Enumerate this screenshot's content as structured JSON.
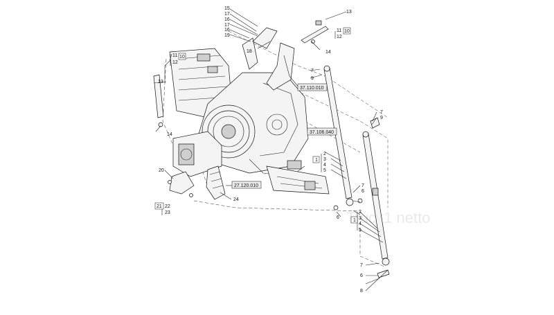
{
  "watermark": "Truck1 netto",
  "callouts": {
    "c_15": "15",
    "c_17a": "17",
    "c_16a": "16",
    "c_17b": "17",
    "c_16b": "16",
    "c_19": "19",
    "c_18": "18",
    "c_13a": "13",
    "c_11a": "11",
    "c_12a": "12",
    "c_10a": "10",
    "c_14a": "14",
    "c_11b": "11",
    "c_12b": "12",
    "c_10b": "10",
    "c_13b": "13",
    "c_14b": "14",
    "c_7a": "7",
    "c_9a": "9",
    "c_7b": "7",
    "c_9b": "9",
    "c_2a": "2",
    "c_3a": "3",
    "c_4a": "4",
    "c_5a": "5",
    "c_1a": "1",
    "c_6a": "6",
    "c_7c": "7",
    "c_6b": "6",
    "c_2b": "2",
    "c_3b": "3",
    "c_4b": "4",
    "c_5b": "5",
    "c_1b": "1",
    "c_7d": "7",
    "c_6c": "6",
    "c_8": "8",
    "c_20": "20",
    "c_21": "21",
    "c_22": "22",
    "c_23": "23",
    "c_24": "24"
  },
  "references": {
    "r1": "37.110.010",
    "r2": "37.106.040",
    "r3": "27.120.010"
  }
}
